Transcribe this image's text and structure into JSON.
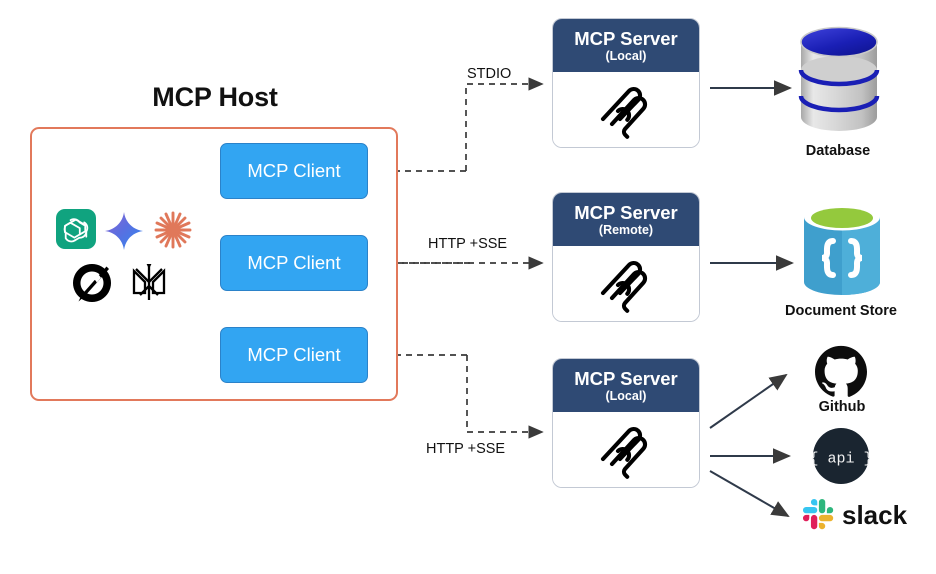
{
  "diagram": {
    "title": "MCP Host",
    "colors": {
      "host_border": "#e2795b",
      "client_fill": "#32a5f2",
      "client_border": "#2b82c9",
      "server_header": "#2f4a74",
      "server_border": "#c3c9d4",
      "wire": "#3a3a3a",
      "database_top": "#1f23b8",
      "docstore_body": "#3f9fcd",
      "docstore_top": "#94c93d",
      "api_circle": "#1a2530"
    }
  },
  "host": {
    "title": "MCP Host",
    "clients": [
      {
        "label": "MCP Client"
      },
      {
        "label": "MCP Client"
      },
      {
        "label": "MCP Client"
      }
    ],
    "ai_logos": [
      {
        "name": "openai-logo"
      },
      {
        "name": "gemini-logo"
      },
      {
        "name": "claude-logo"
      },
      {
        "name": "grok-logo"
      },
      {
        "name": "ai-star-logo"
      }
    ]
  },
  "servers": [
    {
      "title": "MCP Server",
      "subtitle": "(Local)",
      "icon": "mcp-logo"
    },
    {
      "title": "MCP Server",
      "subtitle": "(Remote)",
      "icon": "mcp-logo"
    },
    {
      "title": "MCP Server",
      "subtitle": "(Local)",
      "icon": "mcp-logo"
    }
  ],
  "connections": [
    {
      "label": "STDIO",
      "from": "mcp-client-1",
      "to": "mcp-server-local-1",
      "style": "dashed"
    },
    {
      "label": "HTTP +SSE",
      "from": "mcp-client-2",
      "to": "mcp-server-remote",
      "style": "dashed"
    },
    {
      "label": "HTTP +SSE",
      "from": "mcp-client-3",
      "to": "mcp-server-local-2",
      "style": "dashed"
    }
  ],
  "resources": [
    {
      "label": "Database",
      "icon": "database-cylinder-icon"
    },
    {
      "label": "Document Store",
      "icon": "document-store-icon"
    },
    {
      "label": "Github",
      "icon": "github-icon"
    },
    {
      "label": "{ api }",
      "icon": "api-circle-icon"
    },
    {
      "label": "slack",
      "icon": "slack-icon"
    }
  ]
}
